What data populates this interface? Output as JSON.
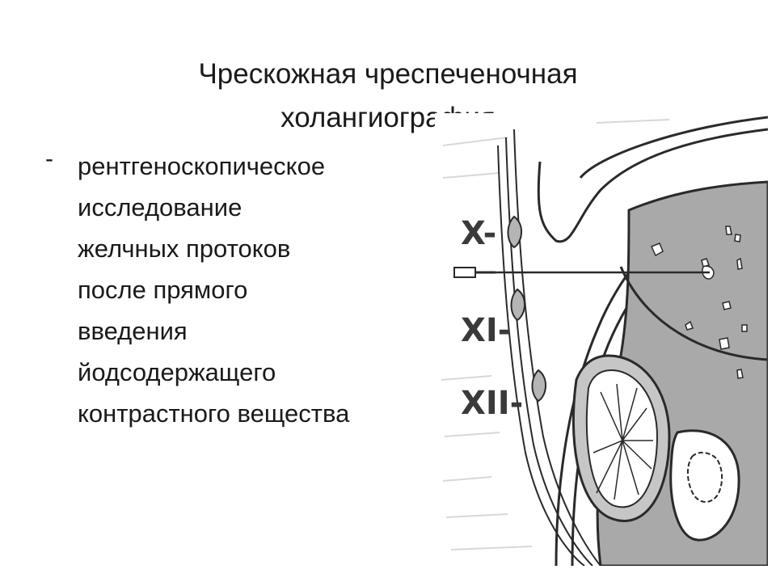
{
  "title": {
    "line1": "Чрескожная чреспеченочная",
    "line2": "холангиография"
  },
  "bullet": {
    "marker": "-",
    "lines": [
      "рентгеноскопическое",
      "исследование",
      "желчных протоков",
      "после прямого",
      "введения",
      "йодсодержащего",
      "контрастного вещества"
    ]
  },
  "figure": {
    "rib_labels": [
      "X-",
      "XI-",
      "XII-"
    ],
    "liver_color": "#a9a9a9",
    "line_color": "#2a2a2a"
  }
}
